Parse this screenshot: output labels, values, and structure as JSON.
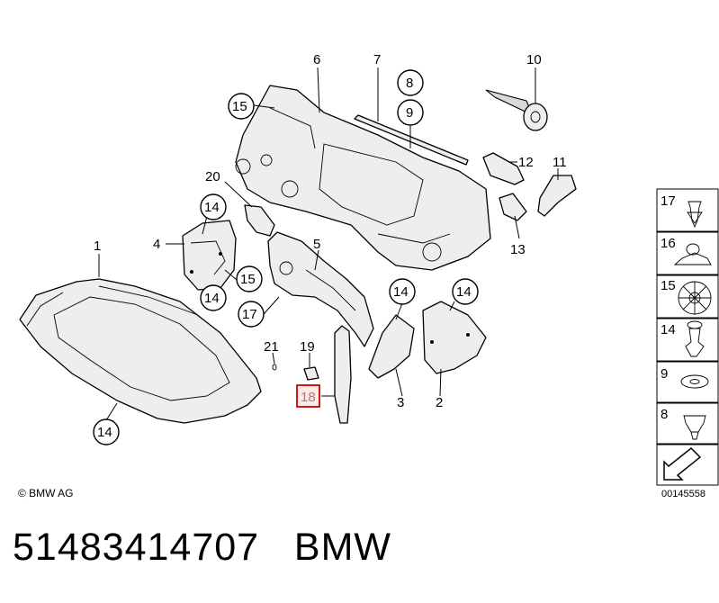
{
  "diagram": {
    "callouts": {
      "c1": "1",
      "c2": "2",
      "c3": "3",
      "c4": "4",
      "c5": "5",
      "c6": "6",
      "c7": "7",
      "c8": "8",
      "c9": "9",
      "c10": "10",
      "c11": "11",
      "c12": "12",
      "c13": "13",
      "c14a": "14",
      "c14b": "14",
      "c14c": "14",
      "c14d": "14",
      "c14e": "14",
      "c15a": "15",
      "c15b": "15",
      "c17": "17",
      "c18": "18",
      "c19": "19",
      "c20": "20",
      "c21": "21"
    },
    "legend": [
      "17",
      "16",
      "15",
      "14",
      "9",
      "8"
    ],
    "highlight_color": "#cc0000",
    "highlight_label": "18"
  },
  "copyright": "© BMW AG",
  "image_number": "00145558",
  "footer": {
    "part_number": "51483414707",
    "brand": "BMW"
  }
}
